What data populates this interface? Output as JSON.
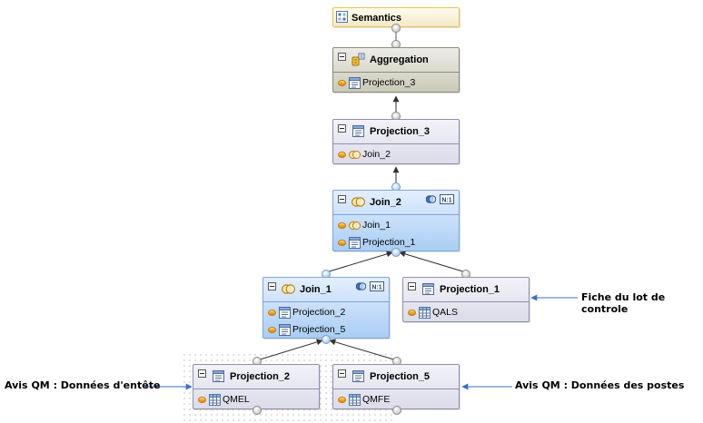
{
  "nodes": {
    "semantics": {
      "title": "Semantics",
      "icon": "semantics-icon"
    },
    "aggregation": {
      "title": "Aggregation",
      "icon": "aggregation-icon",
      "inputs": [
        {
          "label": "Projection_3",
          "icon": "projection-icon"
        }
      ]
    },
    "projection_3": {
      "title": "Projection_3",
      "icon": "projection-icon",
      "inputs": [
        {
          "label": "Join_2",
          "icon": "join-icon"
        }
      ]
    },
    "join_2": {
      "title": "Join_2",
      "icon": "join-icon",
      "badge": "N:1",
      "inputs": [
        {
          "label": "Join_1",
          "icon": "join-icon"
        },
        {
          "label": "Projection_1",
          "icon": "projection-icon"
        }
      ]
    },
    "join_1": {
      "title": "Join_1",
      "icon": "join-icon",
      "badge": "N:1",
      "inputs": [
        {
          "label": "Projection_2",
          "icon": "projection-icon"
        },
        {
          "label": "Projection_5",
          "icon": "projection-icon"
        }
      ]
    },
    "projection_1": {
      "title": "Projection_1",
      "icon": "projection-icon",
      "inputs": [
        {
          "label": "QALS",
          "icon": "table-icon"
        }
      ]
    },
    "projection_2": {
      "title": "Projection_2",
      "icon": "projection-icon",
      "inputs": [
        {
          "label": "QMEL",
          "icon": "table-icon"
        }
      ]
    },
    "projection_5": {
      "title": "Projection_5",
      "icon": "projection-icon",
      "inputs": [
        {
          "label": "QMFE",
          "icon": "table-icon"
        }
      ]
    }
  },
  "annotations": {
    "projection_1": "Fiche du lot de controle",
    "projection_2": "Avis QM : Données d'entête",
    "projection_5": "Avis QM : Données des postes"
  },
  "colors": {
    "node_border": "#8f8fae",
    "join_fill": "#a9cdf4",
    "aggregation_fill": "#cbcab8",
    "semantics_border": "#e6c64e",
    "arrow": "#3a6fc4",
    "row_marker": "#f0a21c"
  }
}
